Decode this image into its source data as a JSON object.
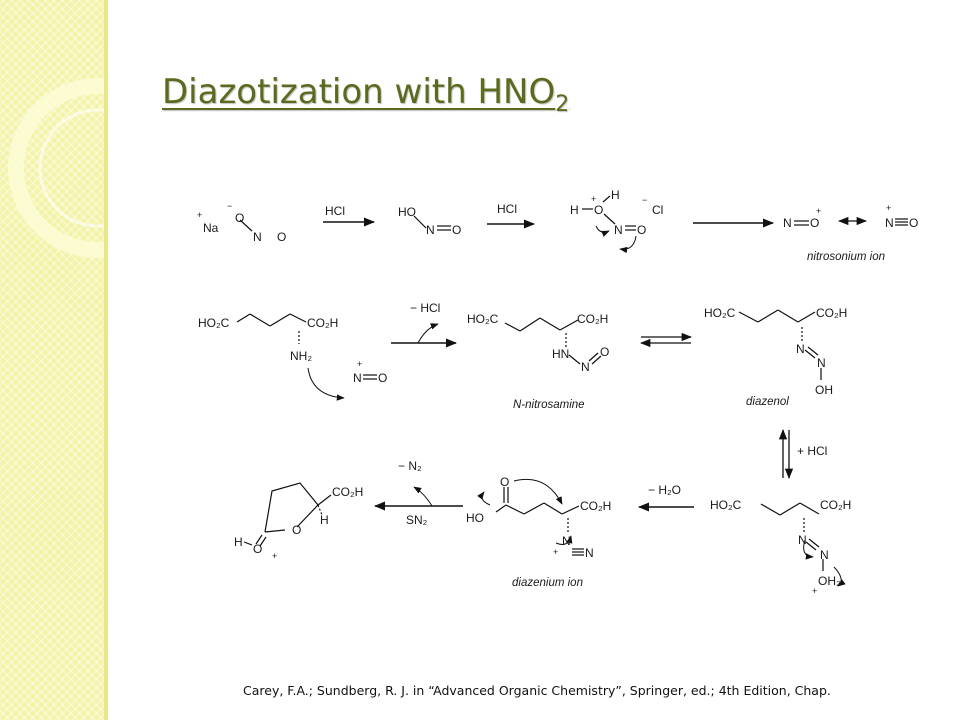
{
  "slide": {
    "title_main": "Diazotization with HNO",
    "title_sub": "2",
    "citation": "Carey, F.A.;  Sundberg, R. J. in “Advanced Organic Chemistry”, Springer, ed.; 4th Edition, Chap."
  },
  "scheme": {
    "row1": {
      "na_plus": "+",
      "na": "Na",
      "o_minus_charge": "−",
      "o": "O",
      "n": "N",
      "o2": "O",
      "reagent1": "HCl",
      "hono_ho": "HO",
      "hono_n": "N",
      "hono_o": "O",
      "reagent2": "HCl",
      "int_h_top": "H",
      "int_plus": "+",
      "int_h": "H",
      "int_o": "O",
      "int_n": "N",
      "int_o2": "O",
      "cl_minus": "−",
      "cl": "Cl",
      "nitrosonium_n1": "N",
      "nitrosonium_o1": "O",
      "nitrosonium_plus1": "+",
      "nitrosonium_plus2": "+",
      "nitrosonium_n2": "N",
      "nitrosonium_o2": "O",
      "nitrosonium_label": "nitrosonium ion"
    },
    "row2": {
      "glu_ho2c": "HO₂C",
      "glu_co2h": "CO₂H",
      "glu_nh2": "NH₂",
      "no_plus": "+",
      "no_n": "N",
      "no_o": "O",
      "minus_hcl": "− HCl",
      "nit_ho2c": "HO₂C",
      "nit_co2h": "CO₂H",
      "nit_hn": "HN",
      "nit_n": "N",
      "nit_o": "O",
      "nitrosamine_label": "N-nitrosamine",
      "dz_ho2c": "HO₂C",
      "dz_co2h": "CO₂H",
      "dz_n1": "N",
      "dz_n2": "N",
      "dz_oh": "OH",
      "diazenol_label": "diazenol",
      "plus_hcl": "+ HCl"
    },
    "row3": {
      "lac_co2h": "CO₂H",
      "lac_h_ring": "H",
      "lac_o_ring": "O",
      "lac_h": "H",
      "lac_o": "O",
      "lac_plus": "+",
      "minus_n2": "− N₂",
      "sn2": "SN₂",
      "di_o": "O",
      "di_ho": "HO",
      "di_co2h": "CO₂H",
      "di_plus": "+",
      "di_n1": "N",
      "di_n2": "N",
      "diazenium_label": "diazenium ion",
      "minus_h2o": "− H₂O",
      "pr_ho2c": "HO₂C",
      "pr_co2h": "CO₂H",
      "pr_n1": "N",
      "pr_n2": "N",
      "pr_oh2": "OH₂",
      "pr_plus": "+"
    }
  }
}
